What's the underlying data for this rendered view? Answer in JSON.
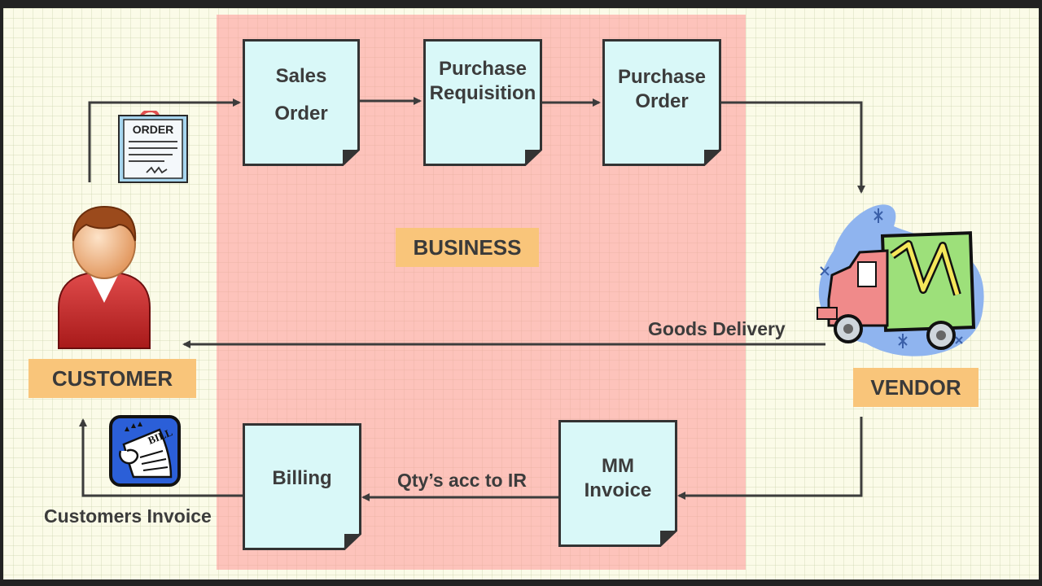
{
  "zone": {
    "label": "BUSINESS"
  },
  "actors": {
    "customer": "CUSTOMER",
    "vendor": "VENDOR"
  },
  "steps": {
    "sales_order": "Sales\nOrder",
    "purchase_requisition": "Purchase\nRequisition",
    "purchase_order": "Purchase\nOrder",
    "mm_invoice": "MM\nInvoice",
    "billing": "Billing"
  },
  "flows": {
    "goods_delivery": "Goods Delivery",
    "qty_ir": "Qty’s acc to IR",
    "customers_invoice": "Customers Invoice"
  },
  "icons": {
    "order_text": "ORDER",
    "bill_text": "BILL"
  },
  "colors": {
    "business_zone": "#ff9696",
    "document_fill": "#d9f8f8",
    "tag_fill": "#f9c57a",
    "arrow": "#3c3c3c"
  }
}
